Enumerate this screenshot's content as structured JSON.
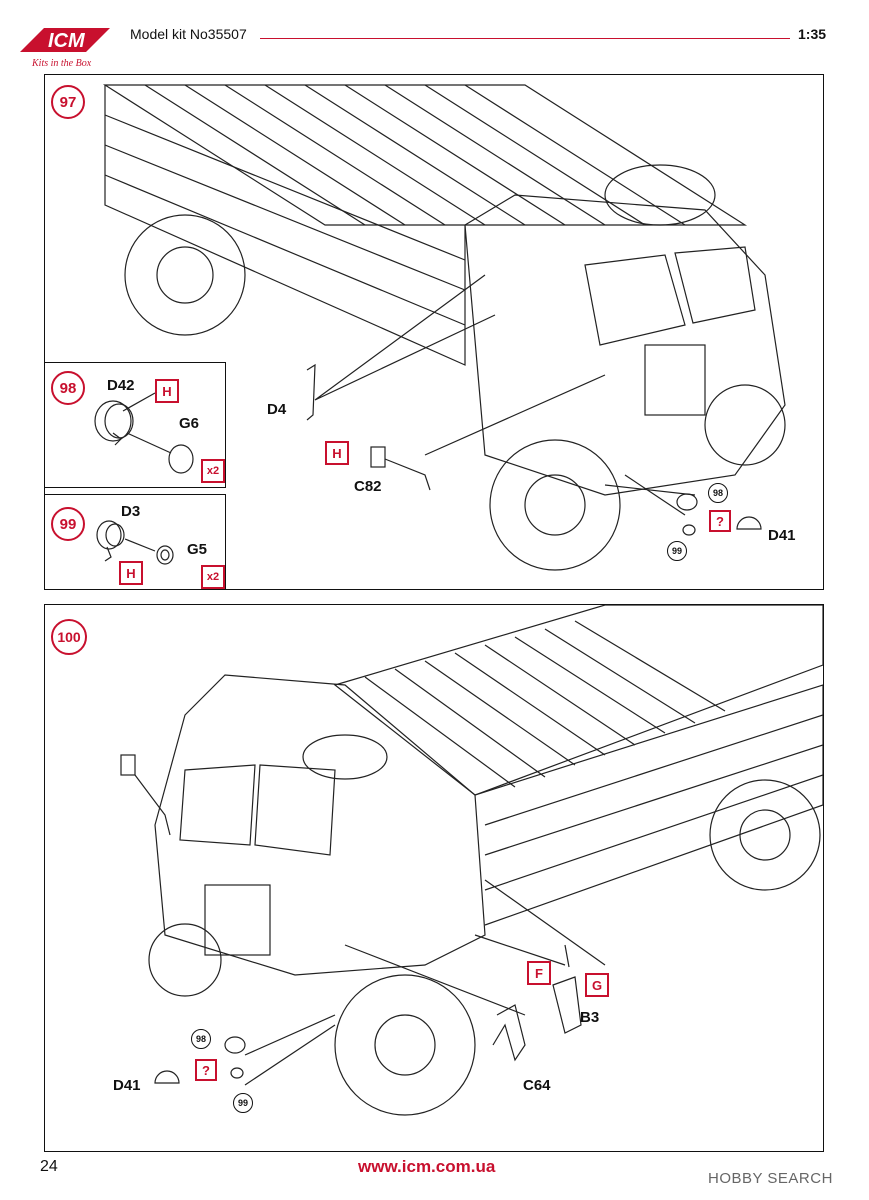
{
  "header": {
    "brand": "ICM",
    "tagline": "Kits in the Box",
    "model_kit": "Model kit No35507",
    "scale": "1:35"
  },
  "steps": [
    {
      "number": "97",
      "labels": [
        "D4",
        "C82",
        "D41"
      ],
      "badges": [
        "H",
        "?"
      ],
      "refs": [
        "98",
        "99"
      ]
    },
    {
      "number": "98",
      "labels": [
        "D42",
        "G6"
      ],
      "badges": [
        "H"
      ],
      "qty": "x2"
    },
    {
      "number": "99",
      "labels": [
        "D3",
        "G5"
      ],
      "badges": [
        "H"
      ],
      "qty": "x2"
    },
    {
      "number": "100",
      "labels": [
        "D41",
        "C64",
        "B3"
      ],
      "badges": [
        "?",
        "F",
        "G"
      ],
      "refs": [
        "98",
        "99"
      ]
    }
  ],
  "footer": {
    "page_number": "24",
    "url": "www.icm.com.ua",
    "watermark": "HOBBY SEARCH"
  },
  "colors": {
    "accent": "#c8102e",
    "line": "#111111"
  }
}
